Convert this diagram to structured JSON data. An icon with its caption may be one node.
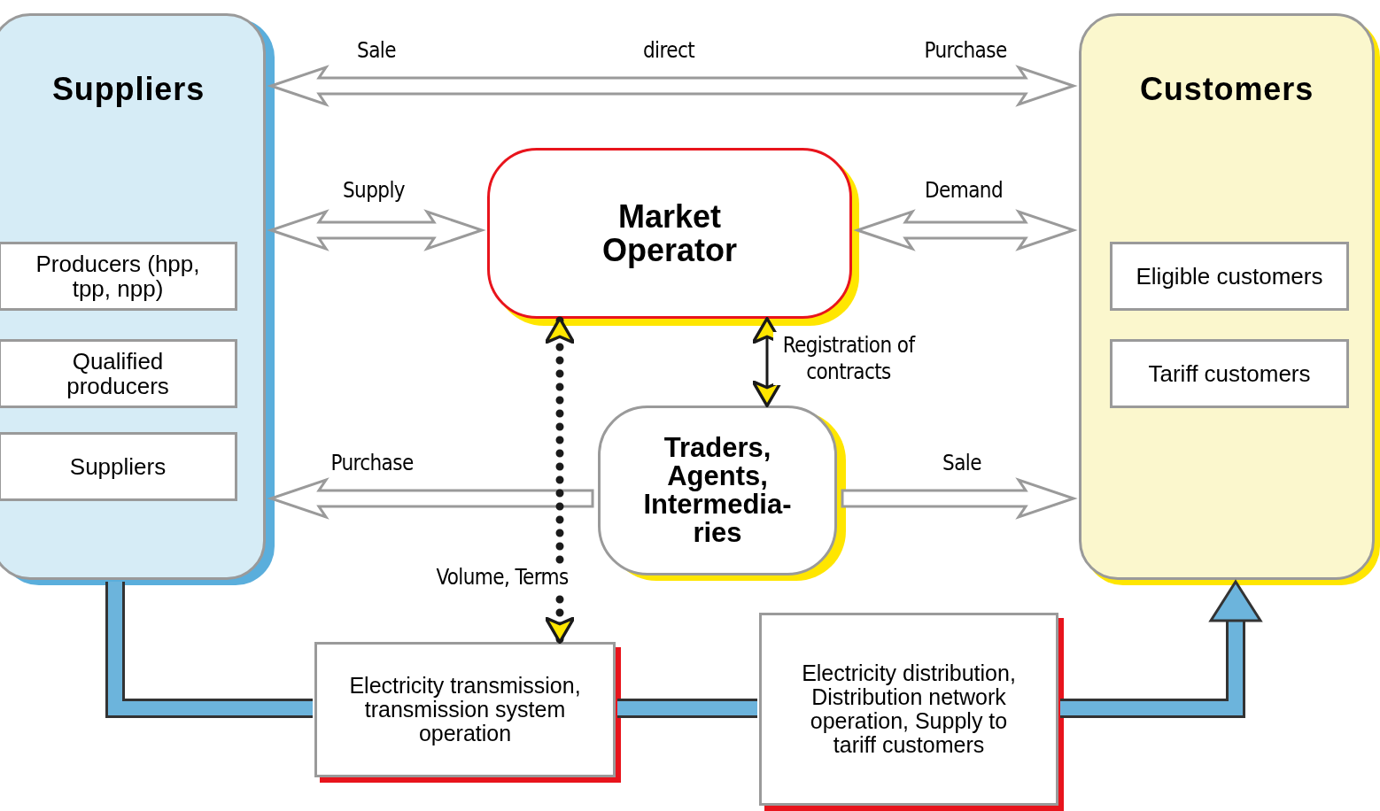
{
  "diagram": {
    "nodes": [
      {
        "text": [
          "Suppliers"
        ]
      },
      {
        "text": [
          "Producers (hpp, tpp, npp)"
        ],
        "in": 0
      },
      {
        "text": [
          "Qualified producers"
        ],
        "in": 0
      },
      {
        "text": [
          "Suppliers"
        ],
        "in": 0
      },
      {
        "text": [
          "Customers"
        ]
      },
      {
        "text": [
          "Eligible customers"
        ],
        "in": 4
      },
      {
        "text": [
          "Tariff customers"
        ],
        "in": 4
      },
      {
        "text": [
          "Market Operator"
        ]
      },
      {
        "text": [
          "Traders, Agents, Intermedia- ries"
        ]
      },
      {
        "text": [
          "Electricity transmission, transmission system operation"
        ]
      },
      {
        "text": [
          "Electricity distribution, Distribution network operation, Supply to tariff customers"
        ]
      }
    ],
    "edges": [
      {
        "from": 0,
        "to": 4,
        "arrow": "both",
        "label": "direct"
      },
      {
        "from": 0,
        "to": 7,
        "arrow": "both",
        "label": "Supply"
      },
      {
        "from": 7,
        "to": 4,
        "arrow": "both",
        "label": "Demand"
      },
      {
        "from": 7,
        "to": 8,
        "arrow": "both",
        "label": "Registration of contracts",
        "color": "#1a1a1a"
      },
      {
        "from": 8,
        "to": 0,
        "arrow": "to",
        "label": "Purchase"
      },
      {
        "from": 8,
        "to": 4,
        "arrow": "to",
        "label": "Sale"
      },
      {
        "from": 7,
        "to": 9,
        "arrow": "both",
        "label": "Volume, Terms",
        "style": "dashed",
        "color": "#1a1a1a"
      },
      {
        "from": 0,
        "to": 9,
        "arrow": "none",
        "color": "#6cb4dc"
      },
      {
        "from": 9,
        "to": 10,
        "arrow": "none",
        "color": "#6cb4dc"
      },
      {
        "from": 10,
        "to": 4,
        "arrow": "to",
        "color": "#6cb4dc"
      }
    ],
    "labels": [
      "Sale",
      "Purchase"
    ]
  }
}
